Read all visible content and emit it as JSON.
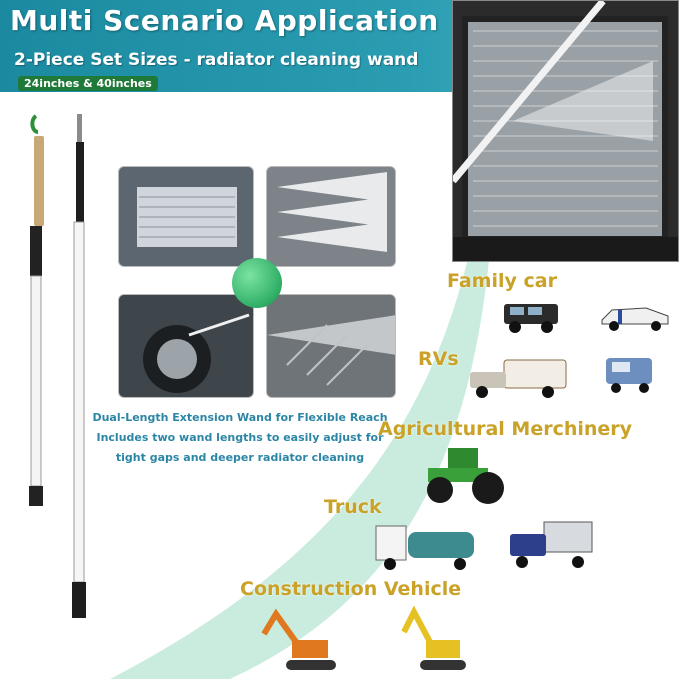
{
  "header": {
    "title": "Multi Scenario Application",
    "subtitle": "2-Piece Set Sizes - radiator cleaning wand",
    "size_badge": "24inches & 40inches"
  },
  "description": {
    "line1": "Dual-Length Extension Wand for Flexible Reach",
    "line2": "Includes two wand lengths to easily adjust for",
    "line3": "tight gaps and deeper radiator cleaning"
  },
  "scenarios": {
    "family_car": "Family car",
    "rvs": "RVs",
    "agricultural": "Agricultural Merchinery",
    "truck": "Truck",
    "construction": "Construction Vehicle"
  },
  "colors": {
    "header_band": "#2a9db2",
    "badge": "#1f7a3a",
    "scenario_label": "#c9a227",
    "description": "#2b86a6",
    "sweep": "#9fdcc7"
  }
}
